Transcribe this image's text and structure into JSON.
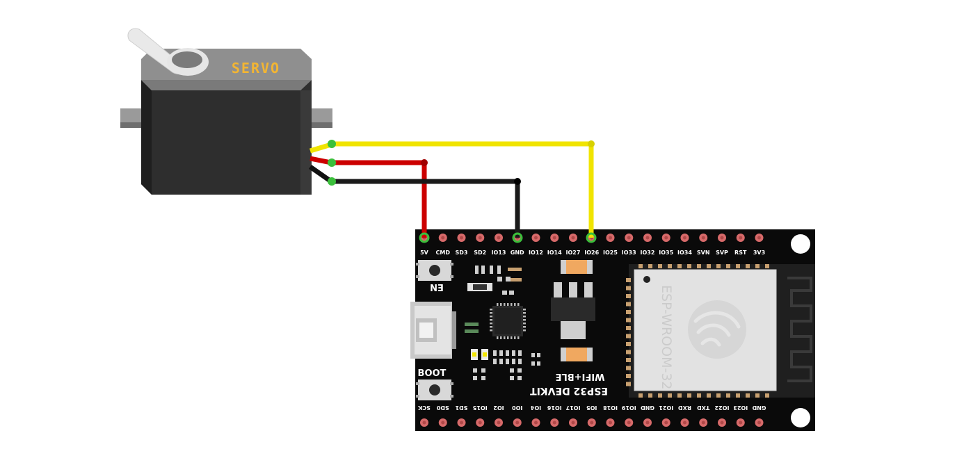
{
  "servo": {
    "label": "SERVO"
  },
  "board": {
    "name": "ESP32 DEVKIT",
    "subtitle": "WIFI+BLE",
    "module": "ESP-WROOM-32",
    "en_label": "EN",
    "boot_label": "BOOT",
    "top_pins": [
      "5V",
      "CMD",
      "SD3",
      "SD2",
      "IO13",
      "GND",
      "IO12",
      "IO14",
      "IO27",
      "IO26",
      "IO25",
      "IO33",
      "IO32",
      "IO35",
      "IO34",
      "SVN",
      "SVP",
      "RST",
      "3V3"
    ],
    "bottom_pins": [
      "SCK",
      "SD0",
      "SD1",
      "IO15",
      "IO2",
      "IO0",
      "IO4",
      "IO16",
      "IO17",
      "IO5",
      "IO18",
      "IO19",
      "GND",
      "IO21",
      "RXD",
      "TXD",
      "IO22",
      "IO23",
      "GND"
    ]
  },
  "wires": [
    {
      "color": "#f0e400",
      "from": "servo-signal",
      "to": "IO26"
    },
    {
      "color": "#cc0000",
      "from": "servo-vcc",
      "to": "5V"
    },
    {
      "color": "#222222",
      "from": "servo-gnd",
      "to": "GND"
    }
  ],
  "colors": {
    "board": "#0a0a0a",
    "pin": "#d76a6a",
    "servo_body": "#2e2e2e",
    "servo_top": "#8f8f8f",
    "servo_label": "#f2b533",
    "module": "#e2e2e2"
  }
}
